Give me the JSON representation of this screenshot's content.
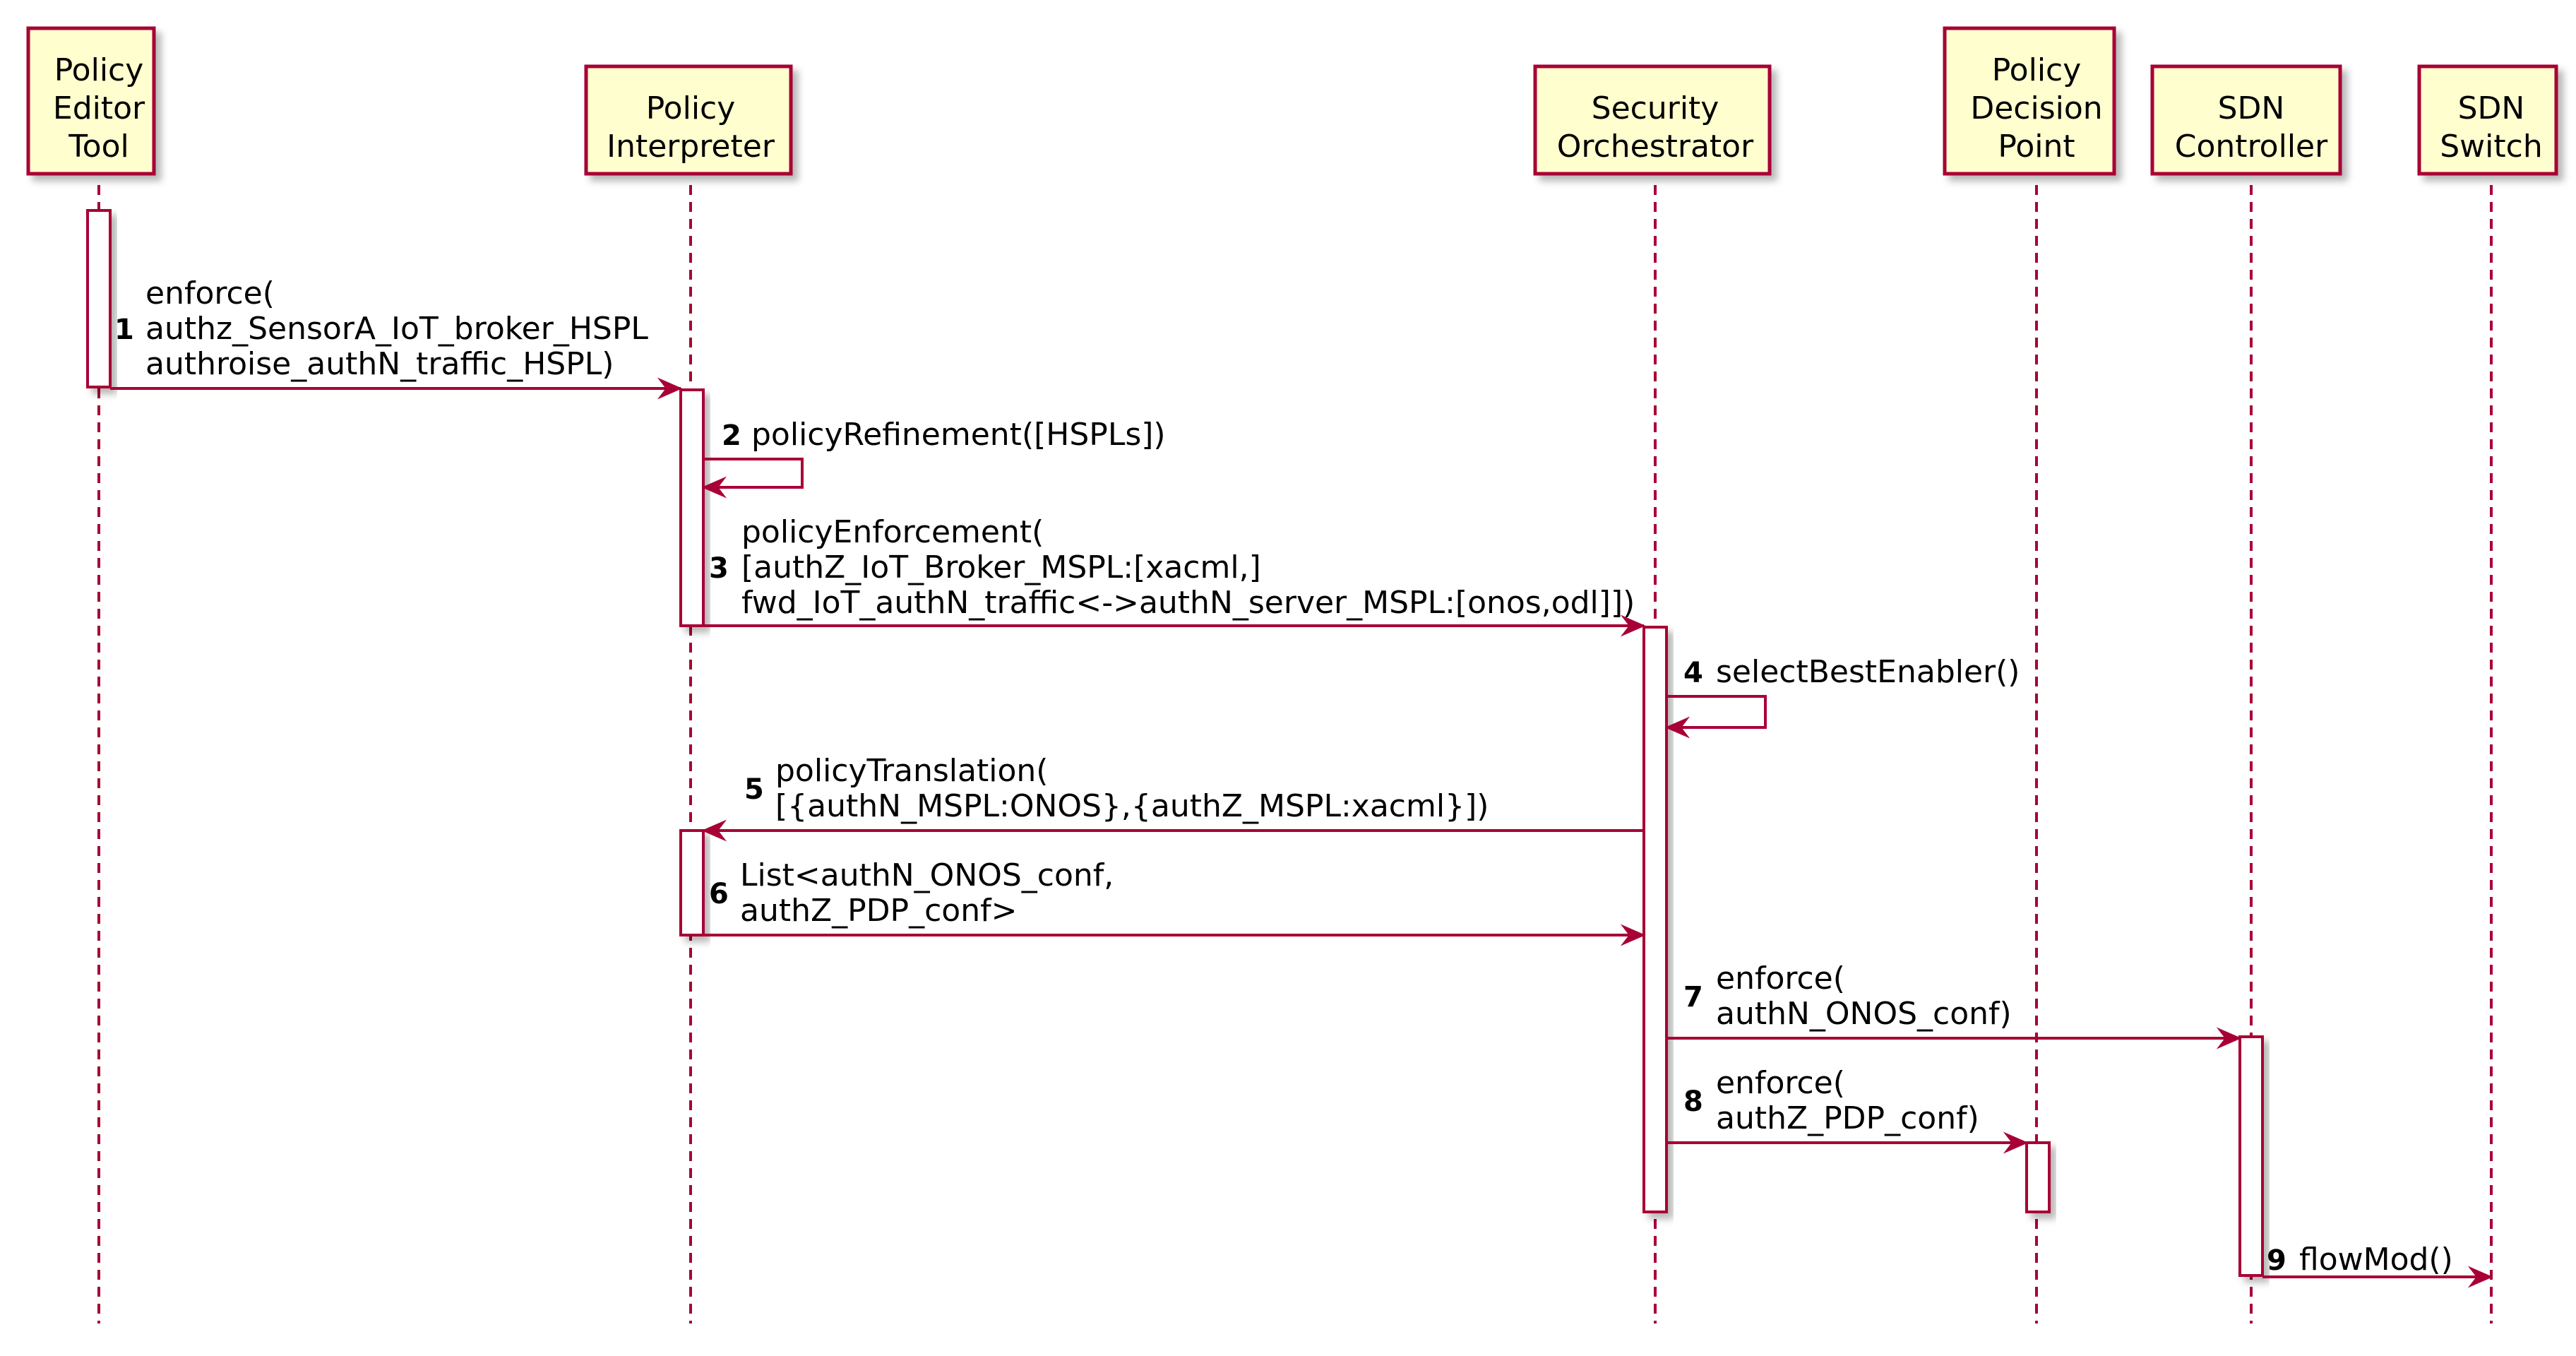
{
  "colors": {
    "participant_fill": "#FEFECE",
    "participant_border": "#A80036",
    "lifeline": "#A80036",
    "arrow": "#A80036",
    "activation_fill": "#FFFFFF",
    "shadow": "#C8C8C8"
  },
  "participants": [
    {
      "id": "pet",
      "lines": [
        "Policy",
        "Editor",
        "Tool"
      ]
    },
    {
      "id": "pi",
      "lines": [
        "Policy",
        "Interpreter"
      ]
    },
    {
      "id": "so",
      "lines": [
        "Security",
        "Orchestrator"
      ]
    },
    {
      "id": "pdp",
      "lines": [
        "Policy",
        "Decision",
        "Point"
      ]
    },
    {
      "id": "ctl",
      "lines": [
        "SDN",
        "Controller"
      ]
    },
    {
      "id": "sw",
      "lines": [
        "SDN",
        "Switch"
      ]
    }
  ],
  "messages": [
    {
      "num": "1",
      "from": "pet",
      "to": "pi",
      "lines": [
        "enforce(",
        "authz_SensorA_IoT_broker_HSPL",
        "authroise_authN_traffic_HSPL)"
      ]
    },
    {
      "num": "2",
      "from": "pi",
      "to": "pi",
      "lines": [
        "policyRefinement([HSPLs])"
      ]
    },
    {
      "num": "3",
      "from": "pi",
      "to": "so",
      "lines": [
        "policyEnforcement(",
        "[authZ_IoT_Broker_MSPL:[xacml,]",
        "fwd_IoT_authN_traffic<->authN_server_MSPL:[onos,odl]])"
      ]
    },
    {
      "num": "4",
      "from": "so",
      "to": "so",
      "lines": [
        "selectBestEnabler()"
      ]
    },
    {
      "num": "5",
      "from": "so",
      "to": "pi",
      "lines": [
        "policyTranslation(",
        "[{authN_MSPL:ONOS},{authZ_MSPL:xacml}])"
      ]
    },
    {
      "num": "6",
      "from": "pi",
      "to": "so",
      "lines": [
        "List<authN_ONOS_conf,",
        "authZ_PDP_conf>"
      ]
    },
    {
      "num": "7",
      "from": "so",
      "to": "ctl",
      "lines": [
        "enforce(",
        "authN_ONOS_conf)"
      ]
    },
    {
      "num": "8",
      "from": "so",
      "to": "pdp",
      "lines": [
        "enforce(",
        "authZ_PDP_conf)"
      ]
    },
    {
      "num": "9",
      "from": "ctl",
      "to": "sw",
      "lines": [
        "flowMod()"
      ]
    }
  ]
}
